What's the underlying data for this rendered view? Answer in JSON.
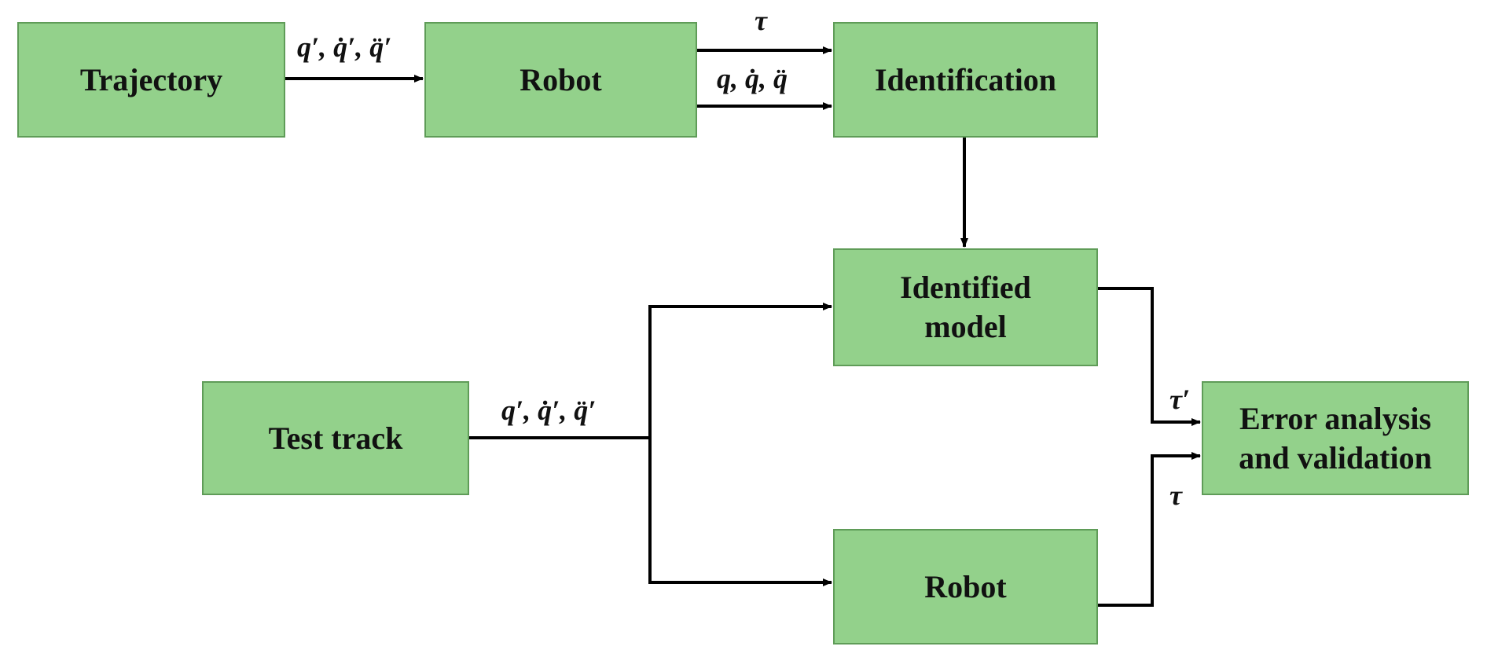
{
  "colors": {
    "box_fill": "#93d18b",
    "box_border": "#5f9c58",
    "arrow": "#000000",
    "text": "#111111"
  },
  "nodes": {
    "trajectory": "Trajectory",
    "robot_top": "Robot",
    "identification": "Identification",
    "identified_model": "Identified\nmodel",
    "test_track": "Test track",
    "robot_bottom": "Robot",
    "error_analysis": "Error analysis\nand validation"
  },
  "edges": {
    "traj_to_robot": "q′, q̇′, q̈′",
    "robot_tau": "τ",
    "robot_q": "q, q̇, q̈",
    "test_track_out": "q′, q̇′, q̈′",
    "model_tau_prime": "τ′",
    "robot_tau_bottom": "τ"
  }
}
